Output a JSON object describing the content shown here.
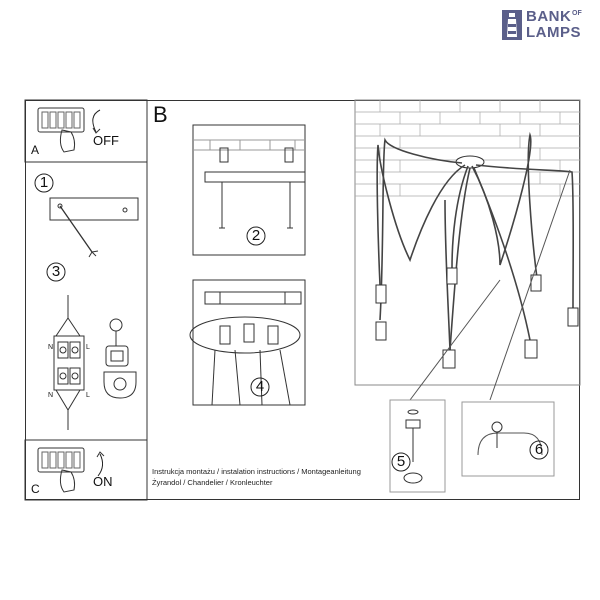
{
  "brand": {
    "line1": "BANK",
    "of": "OF",
    "line2": "LAMPS",
    "accent": "#5b5f8a"
  },
  "panels": {
    "a_label": "A",
    "a_action": "OFF",
    "b_label": "B",
    "c_label": "C",
    "c_action": "ON"
  },
  "steps": {
    "s1": "1",
    "s2": "2",
    "s3": "3",
    "s4": "4",
    "s5": "5",
    "s6": "6"
  },
  "terminal_labels": {
    "top_left": "N",
    "top_right": "L",
    "bottom_left": "N",
    "bottom_right": "L"
  },
  "caption": {
    "line1": "Instrukcja montażu / instalation instructions / Montageanleitung",
    "line2": "Żyrandol / Chandelier / Kronleuchter"
  }
}
